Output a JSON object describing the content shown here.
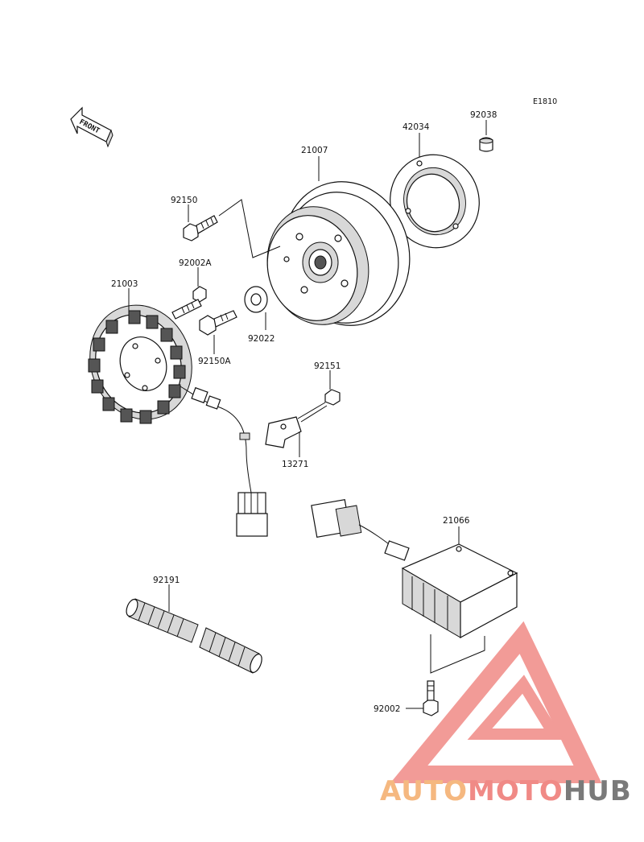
{
  "diagram": {
    "ref_code": "E1810",
    "front_arrow_text": "FRONT",
    "parts": [
      {
        "id": "p-92038",
        "number": "92038"
      },
      {
        "id": "p-42034",
        "number": "42034"
      },
      {
        "id": "p-21007",
        "number": "21007"
      },
      {
        "id": "p-92150",
        "number": "92150"
      },
      {
        "id": "p-92002A",
        "number": "92002A"
      },
      {
        "id": "p-21003",
        "number": "21003"
      },
      {
        "id": "p-92022",
        "number": "92022"
      },
      {
        "id": "p-92150A",
        "number": "92150A"
      },
      {
        "id": "p-92151",
        "number": "92151"
      },
      {
        "id": "p-13271",
        "number": "13271"
      },
      {
        "id": "p-21066",
        "number": "21066"
      },
      {
        "id": "p-92191",
        "number": "92191"
      },
      {
        "id": "p-92002",
        "number": "92002"
      }
    ]
  },
  "watermark": {
    "text_auto": "AUTO",
    "text_moto": "MOTO",
    "text_hub": "HUB",
    "color_auto": "#f5b880",
    "color_moto": "#f08a86",
    "color_hub": "#7a7a7a",
    "logo_color": "#f08a86"
  }
}
